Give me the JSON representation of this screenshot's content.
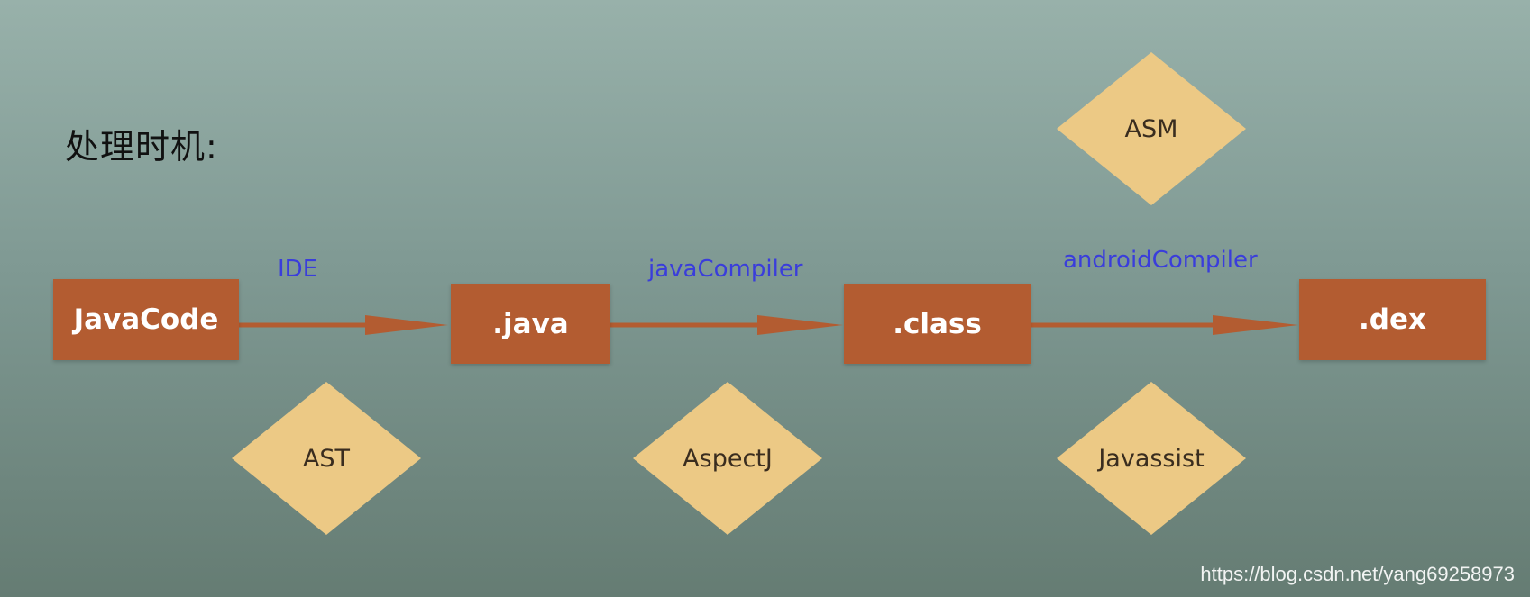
{
  "title": "处理时机:",
  "nodes": {
    "javacode": "JavaCode",
    "java": ".java",
    "class": ".class",
    "dex": ".dex"
  },
  "edges": {
    "ide": "IDE",
    "java_compiler": "javaCompiler",
    "android_compiler": "androidCompiler"
  },
  "tools": {
    "ast": "AST",
    "aspectj": "AspectJ",
    "asm": "ASM",
    "javassist": "Javassist"
  },
  "watermark": "https://blog.csdn.net/yang69258973",
  "colors": {
    "process_box": "#b35c31",
    "tool_diamond": "#ecc985",
    "edge_label": "#3a3ddb"
  }
}
